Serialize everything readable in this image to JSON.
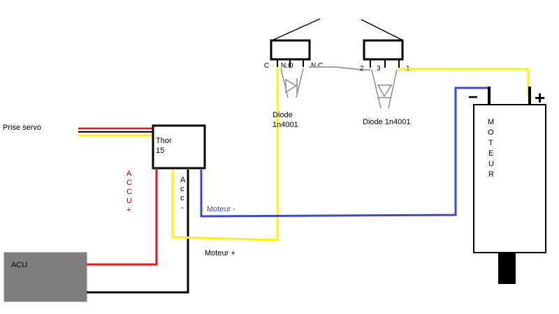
{
  "labels": {
    "prise_servo": "Prise servo",
    "thor_line1": "Thor",
    "thor_line2": "15",
    "acc_vertical": [
      "A",
      "c",
      "c",
      "-"
    ],
    "accu_plus_vertical": [
      "A",
      "C",
      "C",
      "U",
      "+"
    ],
    "acu": "ACU",
    "moteur_minus": "Moteur -",
    "moteur_plus": "Moteur +",
    "diode_left_line1": "Diode",
    "diode_left_line2": "1n4001",
    "diode_right": "Diode 1n4001",
    "switch_left_c": "C",
    "switch_left_no": "N.O",
    "switch_left_nc": "N.C",
    "switch_right_2": "2",
    "switch_right_3": "3",
    "switch_right_1": "1",
    "moteur_vertical": [
      "M",
      "O",
      "T",
      "E",
      "U",
      "R"
    ],
    "terminal_minus": "−",
    "terminal_plus": "+"
  },
  "colors": {
    "wire_red": "#e8141e",
    "wire_black": "#000000",
    "wire_yellow": "#fff200",
    "wire_blue": "#3f48cc",
    "wire_gray": "#a0a0a0",
    "acu_fill": "#7f7f7f",
    "accu_text": "#880015",
    "moteur_minus_text": "#3f48cc"
  }
}
